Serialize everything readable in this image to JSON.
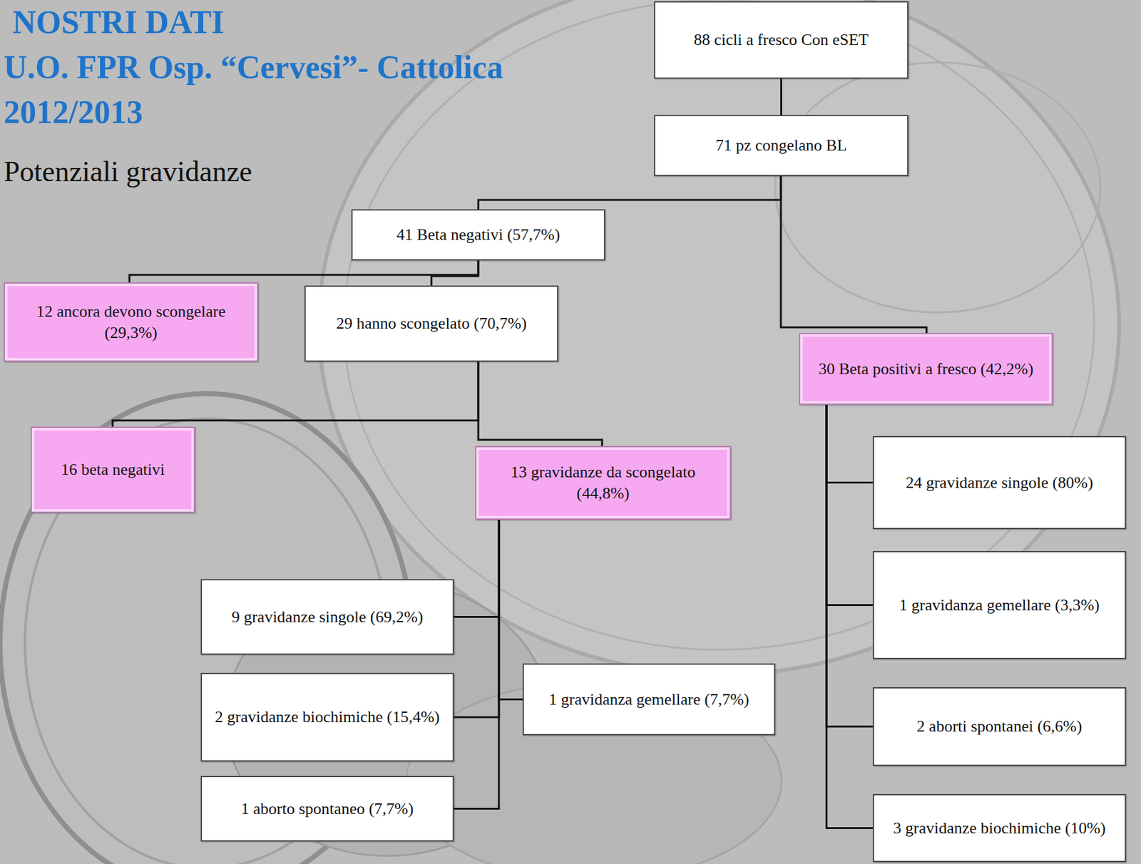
{
  "diagram": {
    "title": "NOSTRI DATI",
    "nodes": [
      {
        "text": [
          "88 cicli a fresco Con eSET"
        ]
      },
      {
        "text": [
          "71 pz congelano BL"
        ]
      },
      {
        "text": [
          "41 Beta negativi (57,7%)"
        ]
      },
      {
        "text": [
          "12 ancora devono scongelare (29,3%)"
        ]
      },
      {
        "text": [
          "29 hanno scongelato (70,7%)"
        ]
      },
      {
        "text": [
          "30 Beta positivi a fresco (42,2%)"
        ]
      },
      {
        "text": [
          "16 beta negativi"
        ]
      },
      {
        "text": [
          "13 gravidanze da scongelato (44,8%)"
        ]
      },
      {
        "text": [
          "24 gravidanze singole (80%)"
        ]
      },
      {
        "text": [
          "1 gravidanza gemellare (3,3%)"
        ]
      },
      {
        "text": [
          "2 aborti spontanei (6,6%)"
        ]
      },
      {
        "text": [
          "3 gravidanze biochimiche (10%)"
        ]
      },
      {
        "text": [
          "9 gravidanze singole (69,2%)"
        ]
      },
      {
        "text": [
          "2 gravidanze biochimiche (15,4%)"
        ]
      },
      {
        "text": [
          "1 aborto spontaneo (7,7%)"
        ]
      },
      {
        "text": [
          "1 gravidanza gemellare (7,7%)"
        ]
      }
    ],
    "edges": [
      {
        "from": 0,
        "to": 1,
        "arrow": "none"
      },
      {
        "from": 1,
        "to": 2,
        "arrow": "none"
      },
      {
        "from": 1,
        "to": 5,
        "arrow": "none"
      },
      {
        "from": 2,
        "to": 3,
        "arrow": "none"
      },
      {
        "from": 2,
        "to": 4,
        "arrow": "none"
      },
      {
        "from": 4,
        "to": 6,
        "arrow": "none"
      },
      {
        "from": 4,
        "to": 7,
        "arrow": "none"
      },
      {
        "from": 7,
        "to": 12,
        "arrow": "none"
      },
      {
        "from": 7,
        "to": 13,
        "arrow": "none"
      },
      {
        "from": 7,
        "to": 14,
        "arrow": "none"
      },
      {
        "from": 7,
        "to": 15,
        "arrow": "none"
      },
      {
        "from": 5,
        "to": 8,
        "arrow": "none"
      },
      {
        "from": 5,
        "to": 9,
        "arrow": "none"
      },
      {
        "from": 5,
        "to": 10,
        "arrow": "none"
      },
      {
        "from": 5,
        "to": 11,
        "arrow": "none"
      }
    ],
    "labels": [
      "U.O. FPR Osp. “Cervesi”- Cattolica",
      "2012/2013",
      "Potenziali gravidanze"
    ]
  }
}
